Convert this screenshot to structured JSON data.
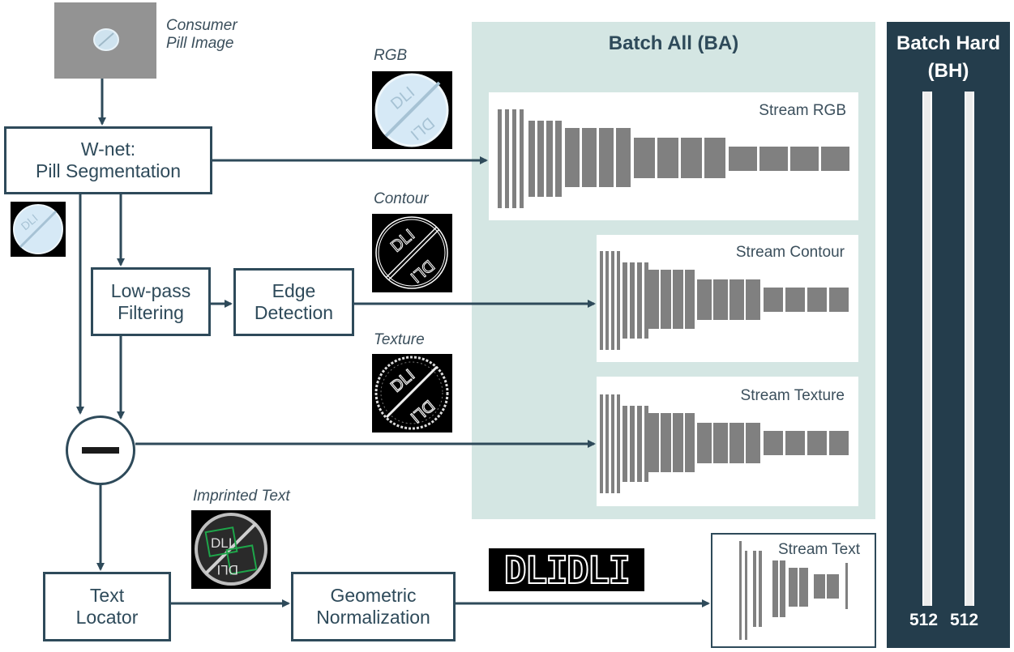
{
  "captions": {
    "consumer": "Consumer\nPill Image",
    "rgb": "RGB",
    "contour": "Contour",
    "texture": "Texture",
    "imprinted": "Imprinted Text"
  },
  "boxes": {
    "wnet": "W-net:\nPill Segmentation",
    "lowpass": "Low-pass\nFiltering",
    "edge": "Edge\nDetection",
    "text_locator": "Text\nLocator",
    "geometric": "Geometric\nNormalization"
  },
  "ba_title": "Batch All (BA)",
  "bh_title": "Batch Hard\n(BH)",
  "bh_dims": [
    "512",
    "512"
  ],
  "streams": {
    "rgb": "Stream RGB",
    "contour": "Stream Contour",
    "texture": "Stream Texture",
    "text": "Stream Text"
  },
  "pill_text": "DLI",
  "normalized_text": "DLIDLI",
  "colors": {
    "dark": "#2e4a5a",
    "panel": "#d4e6e3",
    "bh": "#243d4c",
    "layer": "#808080"
  }
}
